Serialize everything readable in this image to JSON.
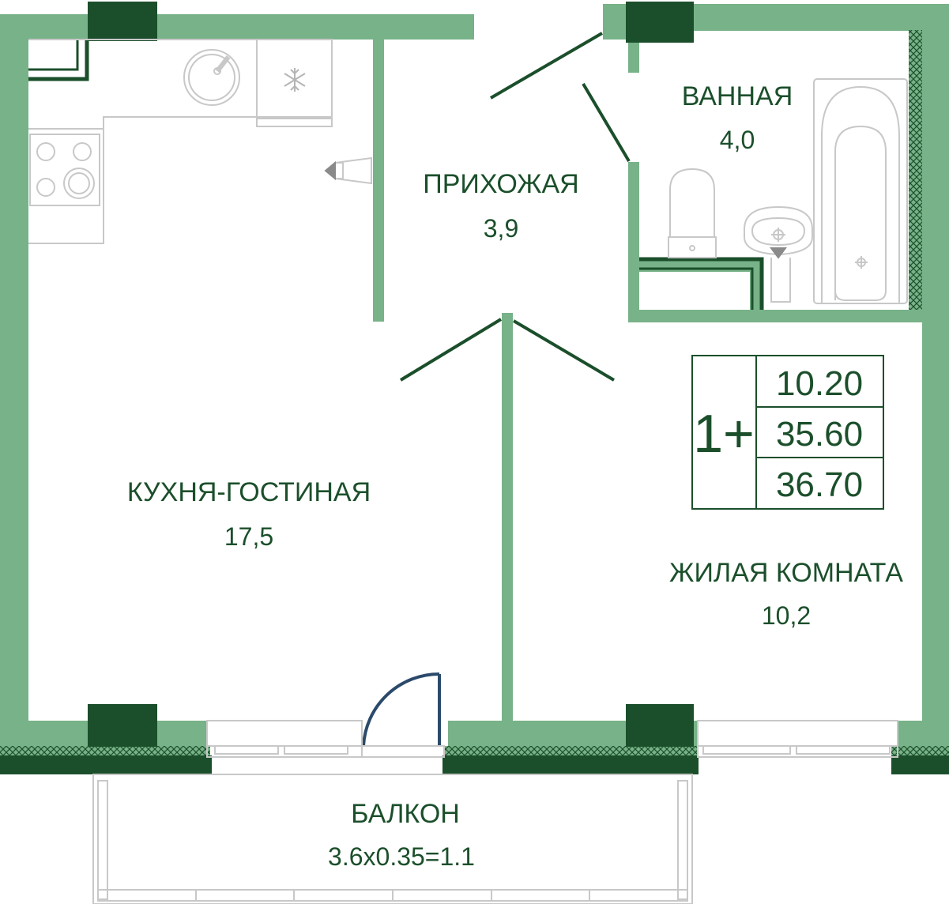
{
  "colors": {
    "wall": "#78b288",
    "column": "#1b4f2b",
    "text": "#1b4f2b",
    "fixture": "#c8c8c8",
    "background": "#ffffff"
  },
  "rooms": {
    "kitchen_living": {
      "label": "КУХНЯ-ГОСТИНАЯ",
      "area": "17,5"
    },
    "hallway": {
      "label": "ПРИХОЖАЯ",
      "area": "3,9"
    },
    "bathroom": {
      "label": "ВАННАЯ",
      "area": "4,0"
    },
    "bedroom": {
      "label": "ЖИЛАЯ КОМНАТА",
      "area": "10,2"
    },
    "balcony": {
      "label": "БАЛКОН",
      "area": "3.6x0.35=1.1"
    }
  },
  "summary": {
    "type": "1+",
    "living_area": "10.20",
    "total_area": "35.60",
    "total_with_balcony": "36.70"
  },
  "icons": {
    "snowflake": "snowflake-icon",
    "sink": "kitchen-sink-icon",
    "stove": "stove-icon",
    "toilet": "toilet-icon",
    "washbasin": "washbasin-icon",
    "bathtub": "bathtub-icon"
  }
}
